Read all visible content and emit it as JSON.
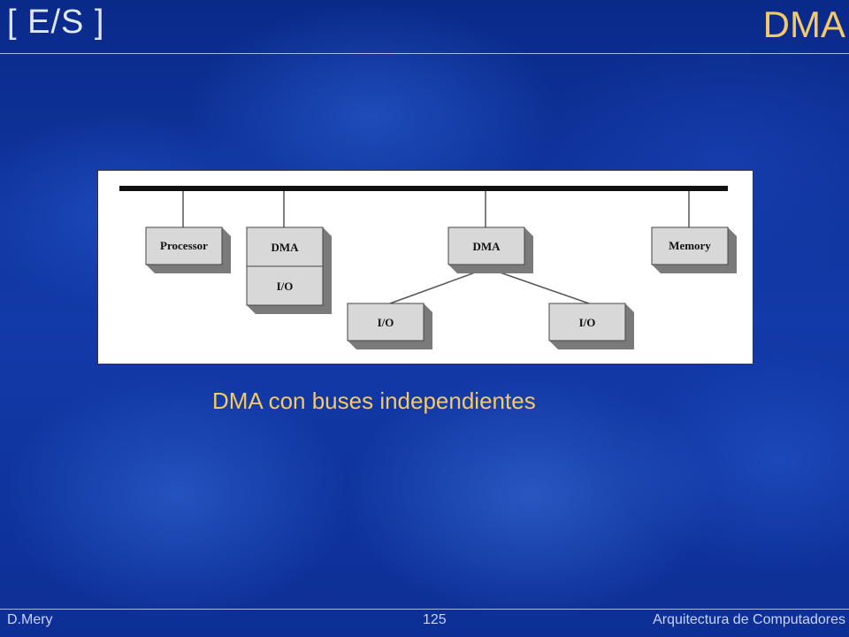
{
  "slide": {
    "section": "[ E/S ]",
    "title": "DMA",
    "caption": "DMA con buses independientes"
  },
  "diagram": {
    "processor": "Processor",
    "dma_left": "DMA",
    "io_left": "I/O",
    "dma_center": "DMA",
    "memory": "Memory",
    "io_center_left": "I/O",
    "io_center_right": "I/O"
  },
  "footer": {
    "author": "D.Mery",
    "page": "125",
    "course": "Arquitectura de Computadores"
  },
  "colors": {
    "accent": "#f3c969",
    "box_face": "#d8d8d8",
    "box_side": "#808080"
  }
}
